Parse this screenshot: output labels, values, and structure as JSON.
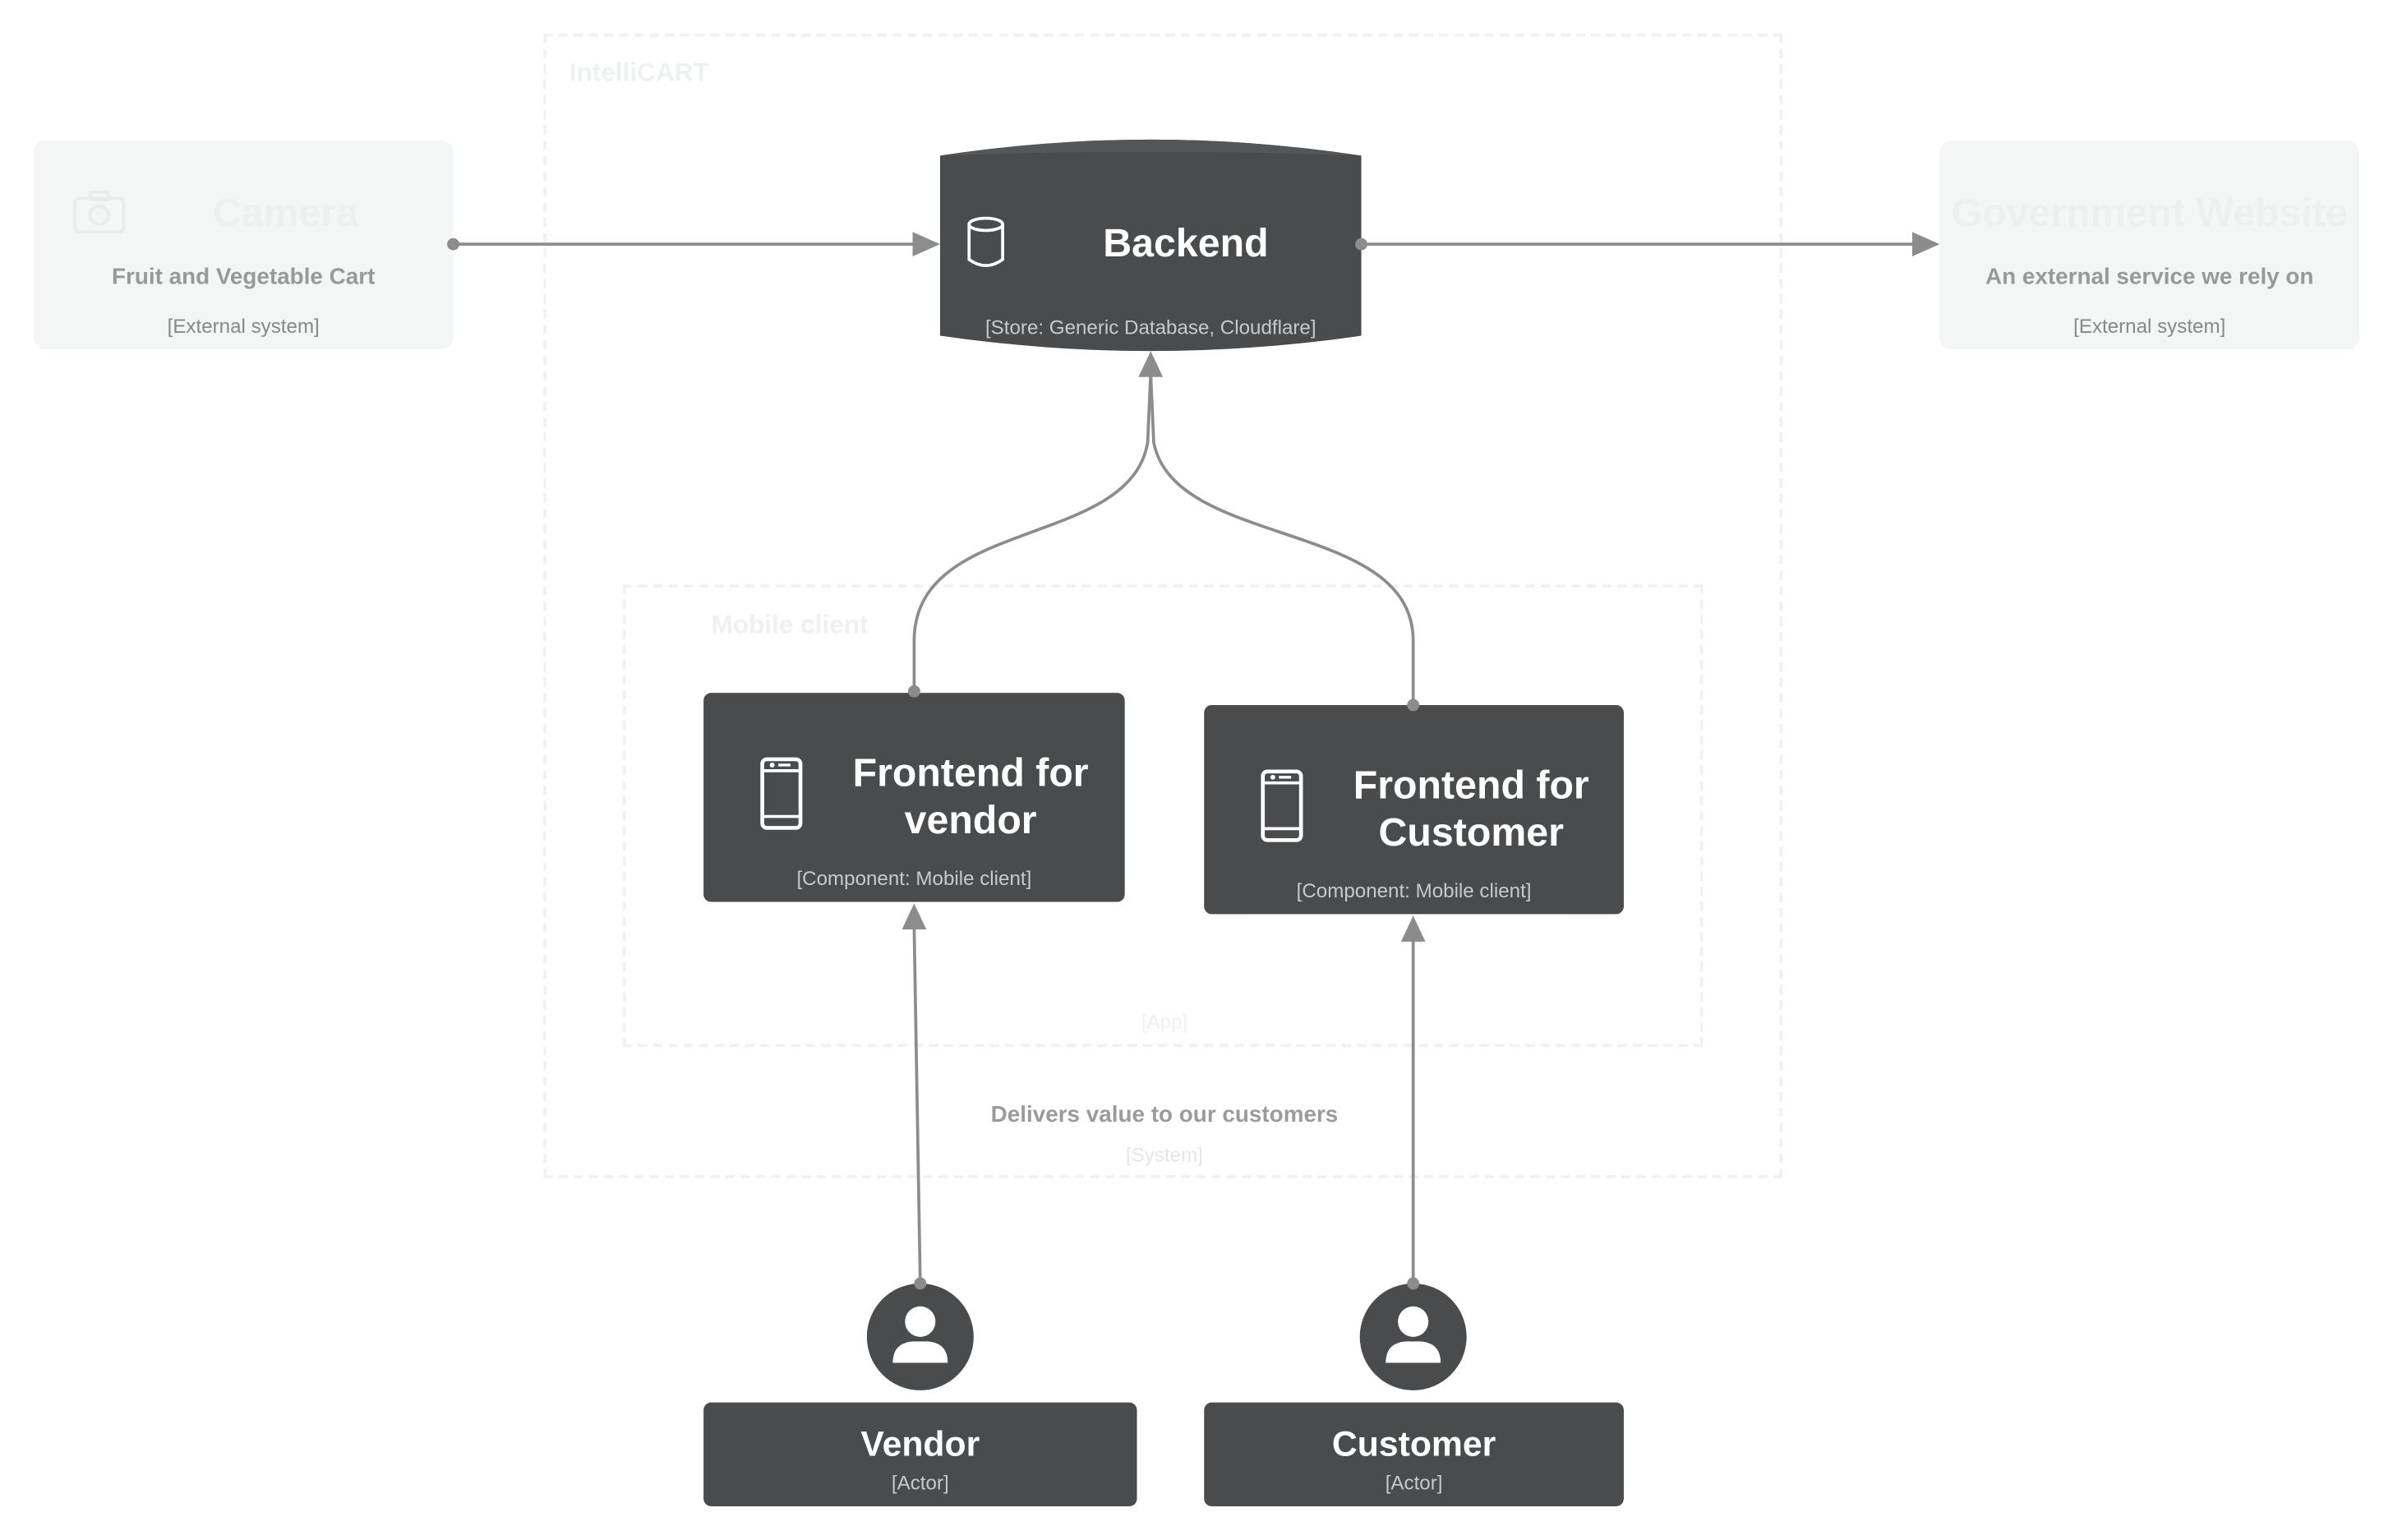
{
  "system": {
    "title": "IntelliCART",
    "description": "Delivers value to our customers",
    "tag": "[System]"
  },
  "container": {
    "title": "Mobile client",
    "tag": "[App]"
  },
  "camera": {
    "title": "Camera",
    "description": "Fruit and Vegetable Cart",
    "tag": "[External system]",
    "icon": "camera-icon"
  },
  "government": {
    "title": "Government Website",
    "description": "An external service we rely on",
    "tag": "[External system]"
  },
  "backend": {
    "title": "Backend",
    "tag": "[Store: Generic Database, Cloudflare]",
    "icon": "database-icon"
  },
  "frontend_vendor": {
    "title": "Frontend for vendor",
    "tag": "[Component: Mobile client]",
    "icon": "mobile-phone-icon"
  },
  "frontend_customer": {
    "title": "Frontend for Customer",
    "tag": "[Component: Mobile client]",
    "icon": "mobile-phone-icon"
  },
  "vendor": {
    "title": "Vendor",
    "tag": "[Actor]",
    "icon": "person-icon"
  },
  "customer": {
    "title": "Customer",
    "tag": "[Actor]",
    "icon": "person-icon"
  },
  "colors": {
    "node": "#4a4b4c",
    "edge": "#8c8c8c",
    "faded": "#f4f5f5"
  }
}
